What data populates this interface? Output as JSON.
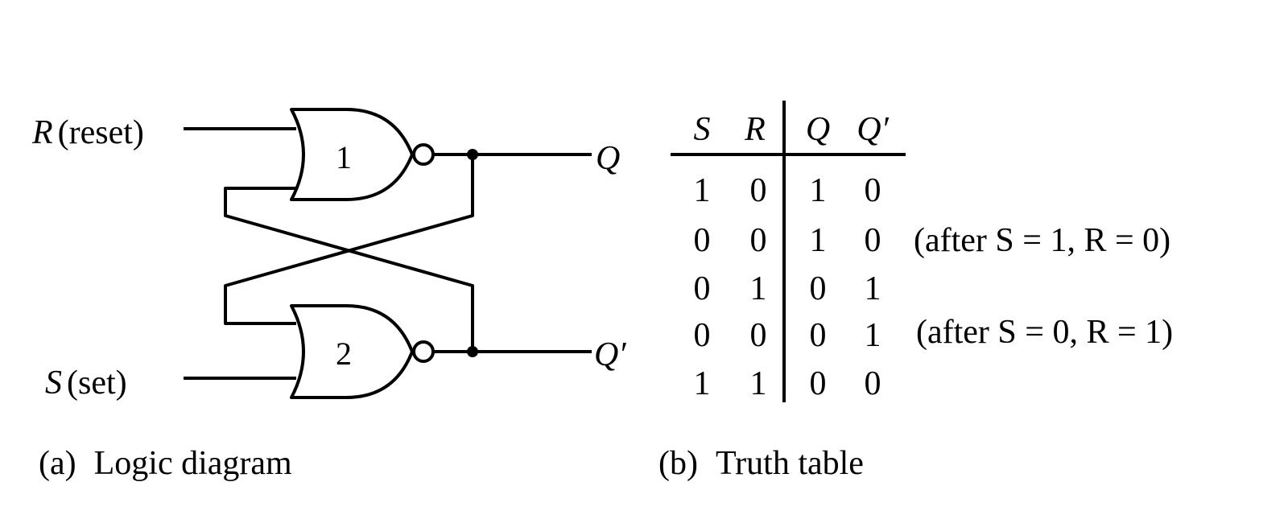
{
  "diagram": {
    "inputs": {
      "r": {
        "symbol": "R",
        "text": "(reset)"
      },
      "s": {
        "symbol": "S",
        "text": "(set)"
      }
    },
    "outputs": {
      "q": "Q",
      "qprime": "Q′"
    },
    "gates": [
      {
        "number": "1"
      },
      {
        "number": "2"
      }
    ],
    "caption": {
      "tag": "(a)",
      "text": "Logic diagram"
    }
  },
  "truth_table": {
    "headers": [
      "S",
      "R",
      "Q",
      "Q′"
    ],
    "rows": [
      [
        "1",
        "0",
        "1",
        "0"
      ],
      [
        "0",
        "0",
        "1",
        "0"
      ],
      [
        "0",
        "1",
        "0",
        "1"
      ],
      [
        "0",
        "0",
        "0",
        "1"
      ],
      [
        "1",
        "1",
        "0",
        "0"
      ]
    ],
    "notes": [
      "(after S = 1, R = 0)",
      "(after S = 0, R = 1)"
    ],
    "caption": {
      "tag": "(b)",
      "text": "Truth table"
    }
  }
}
